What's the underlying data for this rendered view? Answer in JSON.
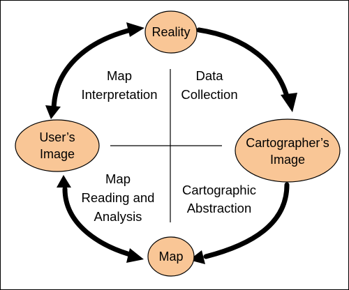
{
  "colors": {
    "node_fill": "#F9C696",
    "line": "#000000",
    "background": "#FFFFFF"
  },
  "nodes": {
    "reality": {
      "lines": [
        "Reality"
      ]
    },
    "cartographer": {
      "lines": [
        "Cartographer’s",
        "Image"
      ]
    },
    "map": {
      "lines": [
        "Map"
      ]
    },
    "user": {
      "lines": [
        "User’s",
        "Image"
      ]
    }
  },
  "quadrants": {
    "top_left": {
      "lines": [
        "Map",
        "Interpretation"
      ]
    },
    "top_right": {
      "lines": [
        "Data",
        "Collection"
      ]
    },
    "bottom_left": {
      "lines": [
        "Map",
        "Reading and",
        "Analysis"
      ]
    },
    "bottom_right": {
      "lines": [
        "Cartographic",
        "Abstraction"
      ]
    }
  },
  "flows": [
    {
      "from": "reality",
      "to": "cartographer",
      "arrows": "end"
    },
    {
      "from": "cartographer",
      "to": "map",
      "arrows": "end"
    },
    {
      "from": "map",
      "to": "user",
      "arrows": "both"
    },
    {
      "from": "user",
      "to": "reality",
      "arrows": "both"
    }
  ]
}
